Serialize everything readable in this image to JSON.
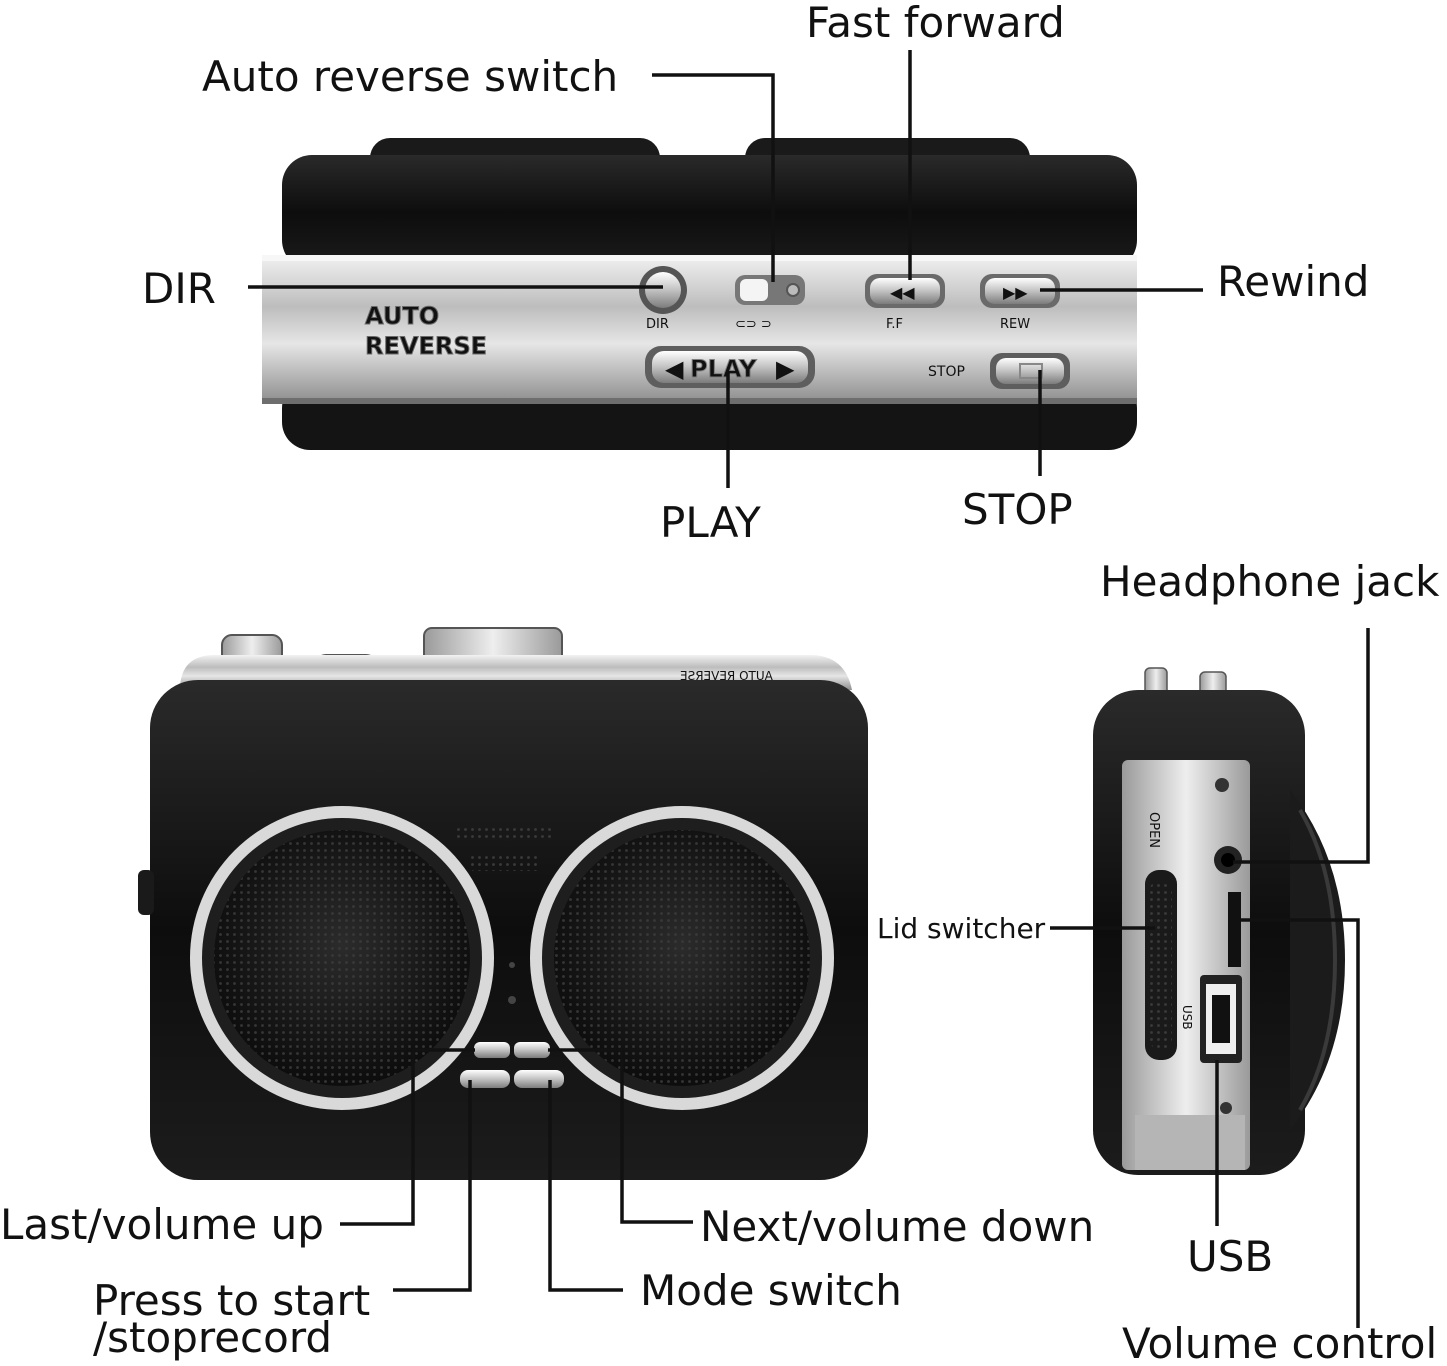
{
  "labels": {
    "fast_forward": "Fast forward",
    "auto_reverse_switch": "Auto reverse switch",
    "dir": "DIR",
    "rewind": "Rewind",
    "play": "PLAY",
    "stop": "STOP",
    "headphone_jack": "Headphone jack",
    "lid_switcher": "Lid switcher",
    "last_volume_up": "Last/volume up",
    "next_volume_down": "Next/volume down",
    "press_to_start_line1": "Press to start",
    "press_to_start_line2": "/stoprecord",
    "mode_switch": "Mode switch",
    "usb": "USB",
    "volume_control": "Volume control"
  },
  "device_print": {
    "auto": "AUTO",
    "reverse": "REVERSE",
    "play_button": "PLAY",
    "dir_small": "DIR",
    "stop_small": "STOP",
    "ff_small": "F.F",
    "rew_small": "REW",
    "open_small": "OPEN",
    "usb_small": "USB"
  },
  "colors": {
    "body_black": "#121212",
    "silver": "#c9c9c9",
    "line": "#111111"
  }
}
